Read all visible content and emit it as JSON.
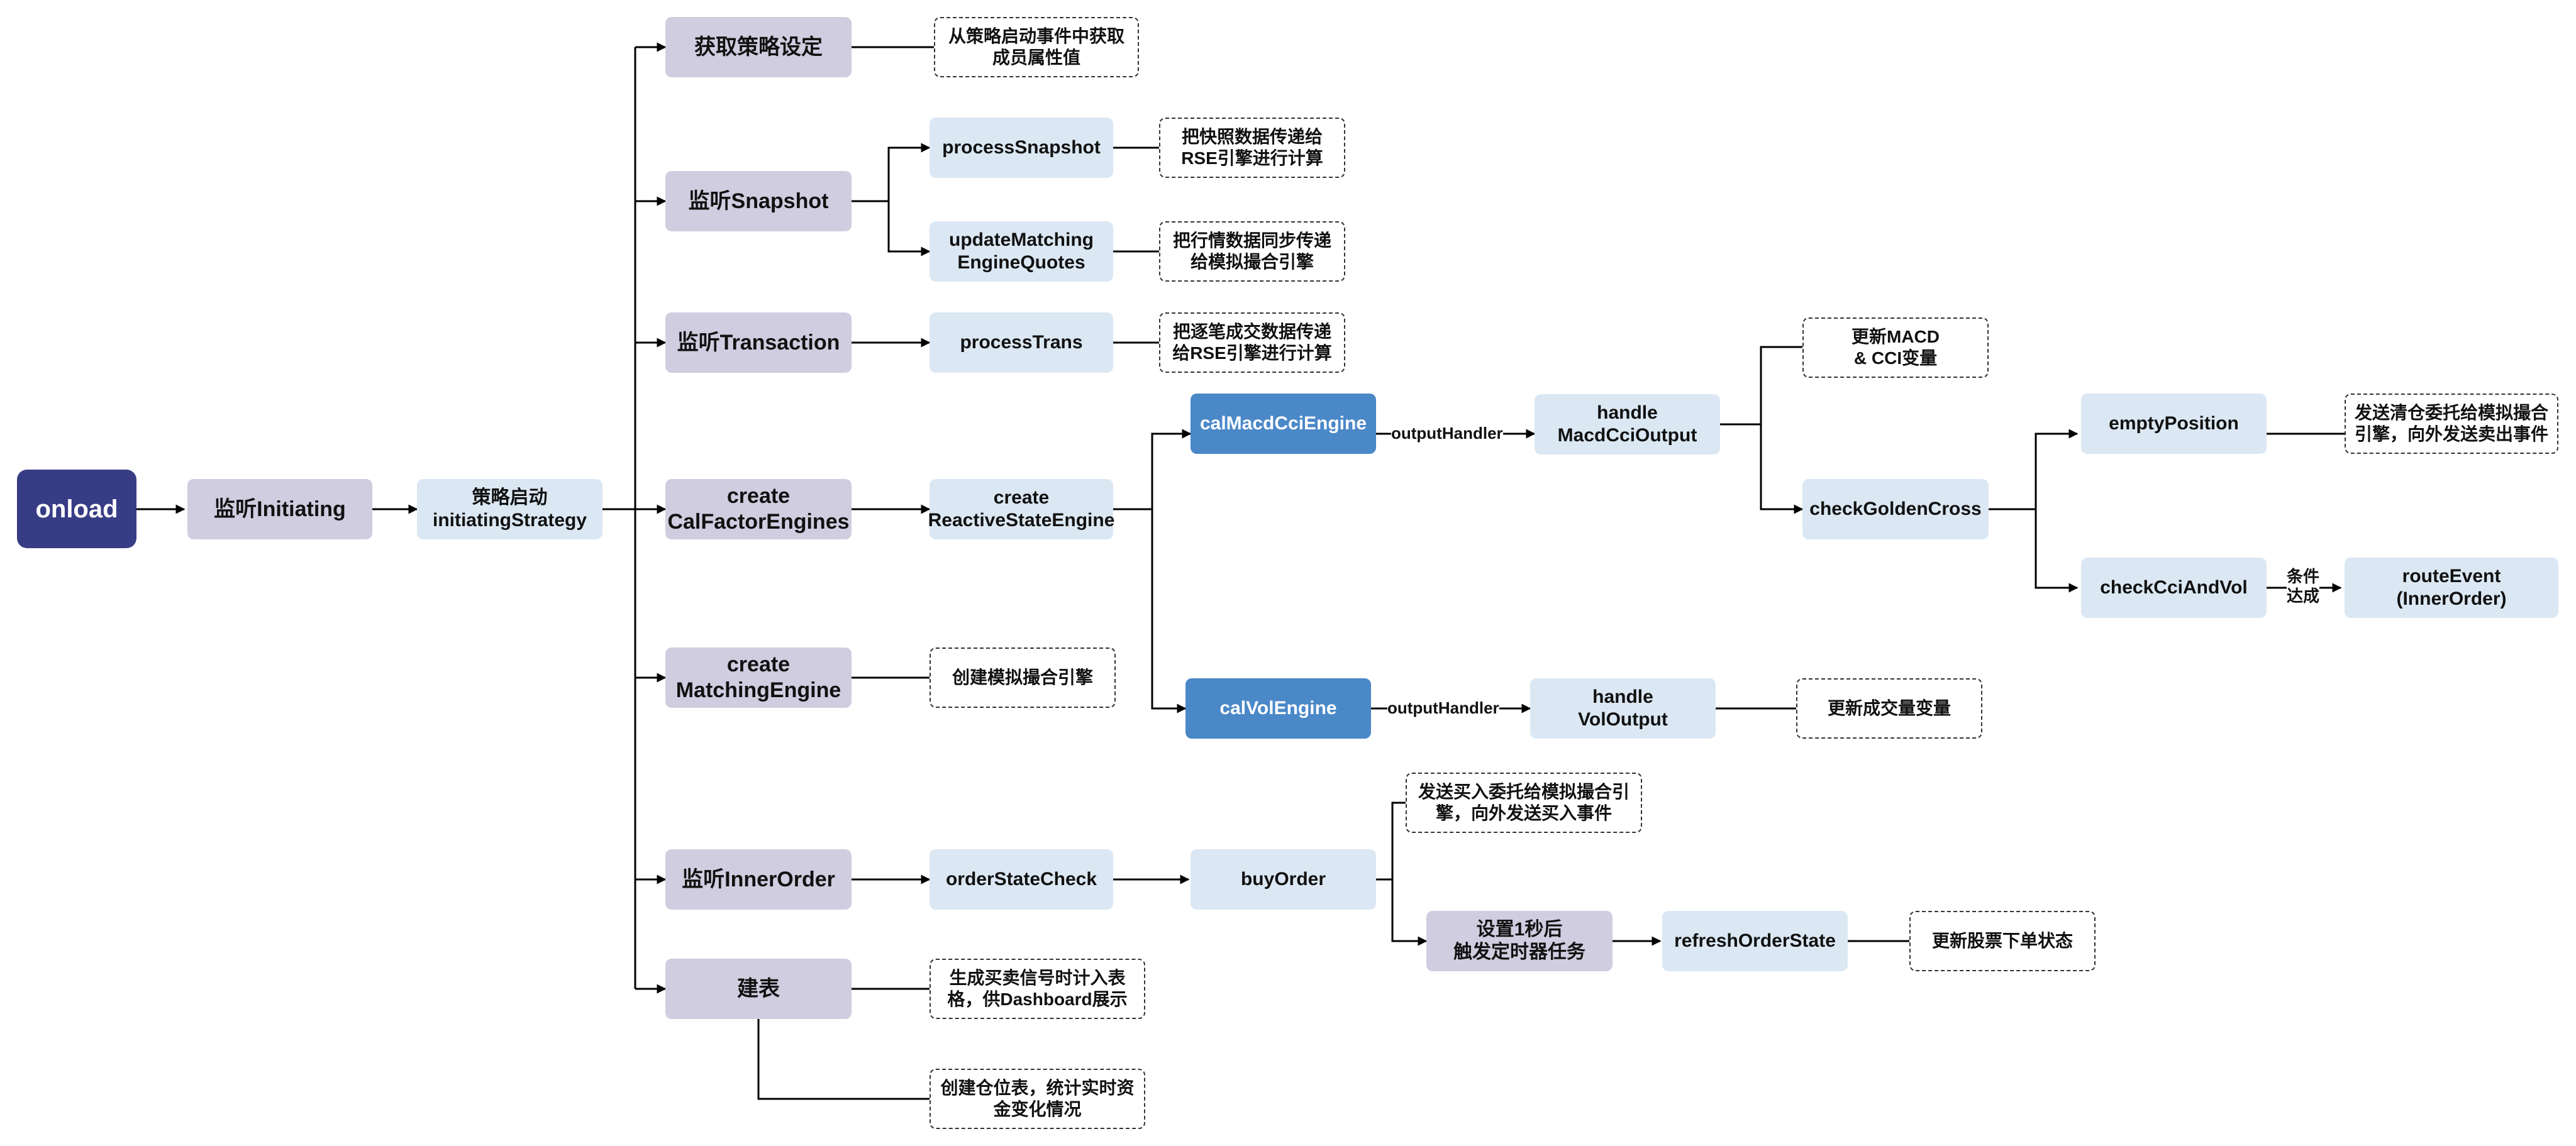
{
  "colors": {
    "root": "#373c85",
    "level1": "#cfcddf",
    "process": "#dbe8f3",
    "engine": "#4a88c8",
    "note_border": "#333333",
    "edge": "#000000"
  },
  "nodes": {
    "onload": "onload",
    "listen_initiating": "监听Initiating",
    "initiating_strategy": "策略启动\ninitiatingStrategy",
    "get_strategy": "获取策略设定",
    "listen_snapshot": "监听Snapshot",
    "listen_transaction": "监听Transaction",
    "create_calfactor": "create\nCalFactorEngines",
    "create_matching": "create\nMatchingEngine",
    "listen_innerorder": "监听InnerOrder",
    "build_table": "建表",
    "process_snapshot": "processSnapshot",
    "update_matching": "updateMatching\nEngineQuotes",
    "process_trans": "processTrans",
    "create_rse": "create\nReactiveStateEngine",
    "order_state_check": "orderStateCheck",
    "cal_macd": "calMacdCciEngine",
    "cal_vol": "calVolEngine",
    "handle_macd": "handle\nMacdCciOutput",
    "handle_vol": "handle\nVolOutput",
    "check_golden": "checkGoldenCross",
    "empty_position": "emptyPosition",
    "check_cci_vol": "checkCciAndVol",
    "route_event": "routeEvent\n(InnerOrder)",
    "buy_order": "buyOrder",
    "set_timer": "设置1秒后\n触发定时器任务",
    "refresh_order": "refreshOrderState"
  },
  "notes": {
    "get_strategy": "从策略启动事件中获取\n成员属性值",
    "process_snapshot": "把快照数据传递给\nRSE引擎进行计算",
    "update_matching": "把行情数据同步传递\n给模拟撮合引擎",
    "process_trans": "把逐笔成交数据传递\n给RSE引擎进行计算",
    "handle_macd": "更新MACD\n&  CCI变量",
    "empty_position": "发送清仓委托给模拟撮合\n引擎，向外发送卖出事件",
    "create_matching": "创建模拟撮合引擎",
    "handle_vol": "更新成交量变量",
    "buy_order": "发送买入委托给模拟撮合引\n擎，向外发送买入事件",
    "refresh_order": "更新股票下单状态",
    "build_table_1": "生成买卖信号时计入表\n格，供Dashboard展示",
    "build_table_2": "创建仓位表，统计实时资\n金变化情况"
  },
  "edge_labels": {
    "macd_output": "outputHandler",
    "vol_output": "outputHandler",
    "condition": "条件\n达成"
  }
}
